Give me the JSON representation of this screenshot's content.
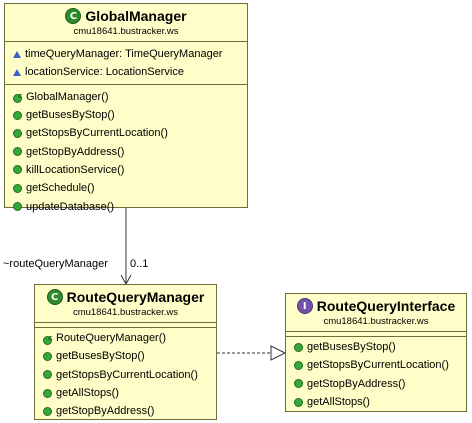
{
  "global_manager": {
    "name": "GlobalManager",
    "package": "cmu18641.bustracker.ws",
    "class_icon": "class-c-icon",
    "attributes": [
      "timeQueryManager: TimeQueryManager",
      "locationService: LocationService"
    ],
    "methods": [
      "GlobalManager()",
      "getBusesByStop()",
      "getStopsByCurrentLocation()",
      "getStopByAddress()",
      "killLocationService()",
      "getSchedule()",
      "updateDatabase()"
    ]
  },
  "route_query_manager": {
    "name": "RouteQueryManager",
    "package": "cmu18641.bustracker.ws",
    "class_icon": "class-c-icon",
    "methods": [
      "RouteQueryManager()",
      "getBusesByStop()",
      "getStopsByCurrentLocation()",
      "getAllStops()",
      "getStopByAddress()"
    ]
  },
  "route_query_interface": {
    "name": "RouteQueryInterface",
    "package": "cmu18641.bustracker.ws",
    "interface_icon": "interface-i-icon",
    "methods": [
      "getBusesByStop()",
      "getStopsByCurrentLocation()",
      "getStopByAddress()",
      "getAllStops()"
    ]
  },
  "association": {
    "role": "~routeQueryManager",
    "multiplicity": "0..1"
  },
  "glyphs": {
    "class": "C",
    "interface": "I",
    "constructor_marker": "c"
  },
  "colors": {
    "class_fill": "#fffec8",
    "class_border": "#6e6e3a",
    "class_badge": "#2e8a2e",
    "interface_badge": "#7351a8",
    "public_method_dot": "#37a837",
    "protected_attribute_triangle": "#3a5fc8"
  }
}
